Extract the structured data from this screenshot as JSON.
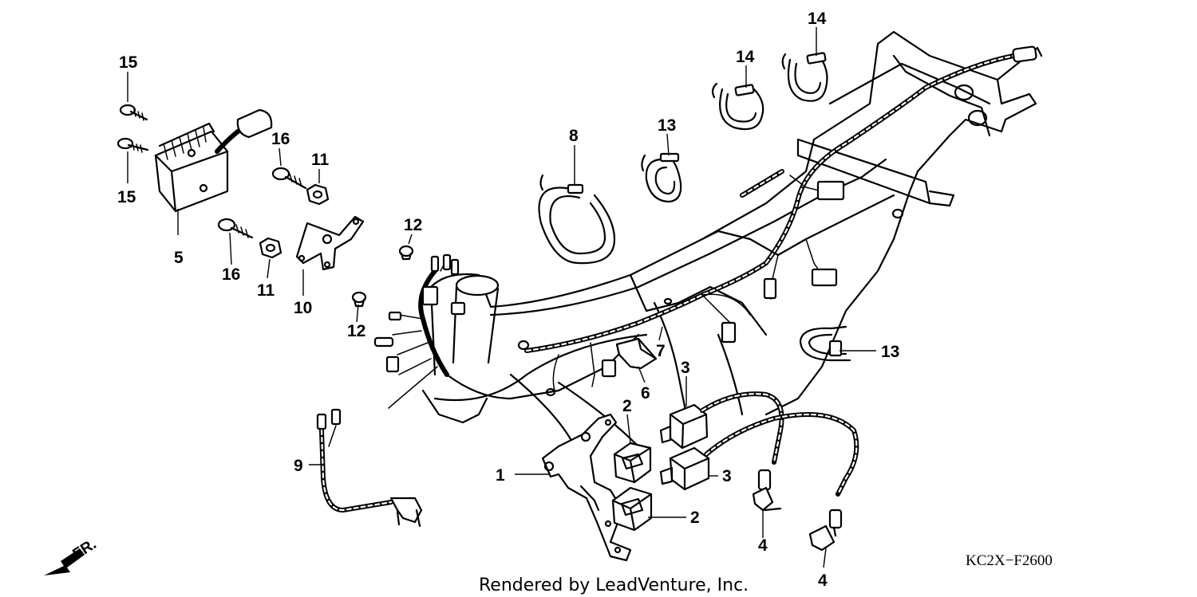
{
  "diagram": {
    "code": "KC2X−F2600",
    "credit": "Rendered by LeadVenture, Inc.",
    "direction_label": "FR.",
    "callouts": [
      "1",
      "2",
      "2",
      "3",
      "3",
      "4",
      "4",
      "5",
      "6",
      "7",
      "8",
      "9",
      "10",
      "11",
      "11",
      "12",
      "12",
      "13",
      "13",
      "14",
      "14",
      "15",
      "15",
      "16",
      "16"
    ],
    "icons": [
      "front-direction-arrow-icon"
    ]
  }
}
